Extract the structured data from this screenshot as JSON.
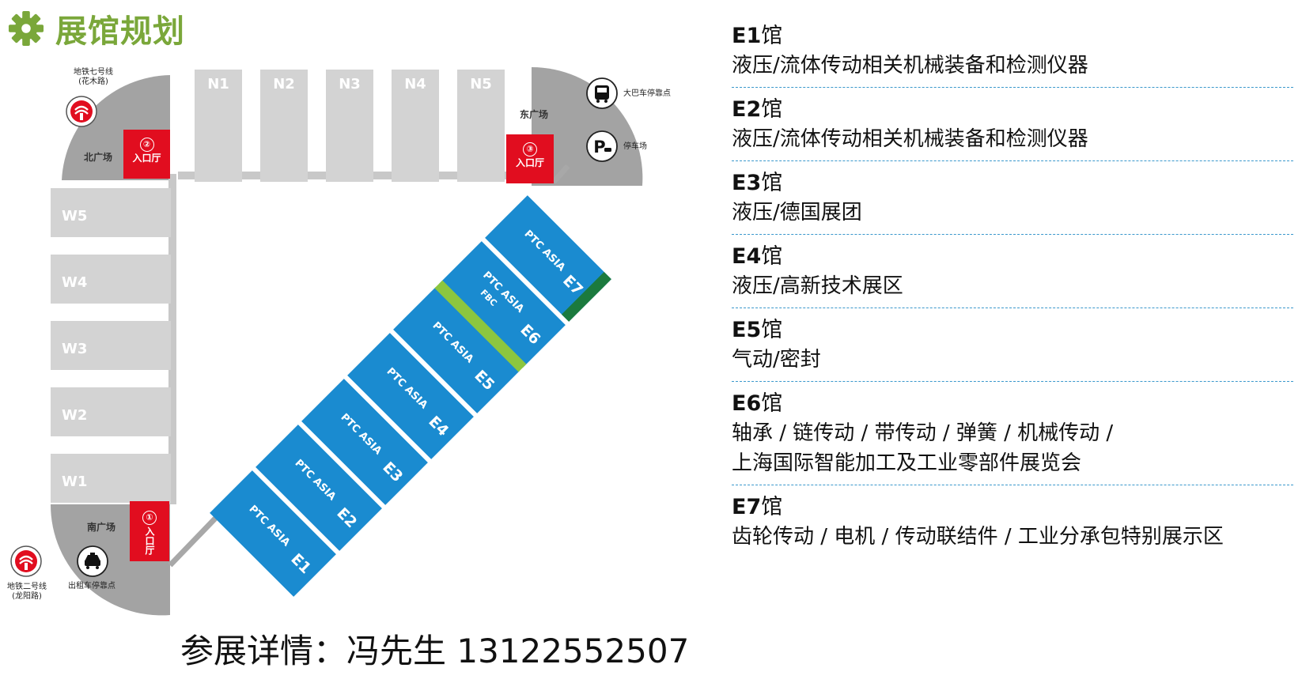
{
  "title": "展馆规划",
  "contact": "参展详情：冯先生 13122552507",
  "north_halls": [
    "N1",
    "N2",
    "N3",
    "N4",
    "N5"
  ],
  "west_halls": [
    "W5",
    "W4",
    "W3",
    "W2",
    "W1"
  ],
  "east_halls": [
    {
      "name": "E1",
      "label": "PTC ASIA"
    },
    {
      "name": "E2",
      "label": "PTC ASIA"
    },
    {
      "name": "E3",
      "label": "PTC ASIA"
    },
    {
      "name": "E4",
      "label": "PTC ASIA"
    },
    {
      "name": "E5",
      "label": "PTC ASIA"
    },
    {
      "name": "E6",
      "label": "PTC ASIA",
      "sub": "FBC"
    },
    {
      "name": "E7",
      "label": "PTC ASIA"
    }
  ],
  "plazas": {
    "north": "北广场",
    "east": "东广场",
    "south": "南广场"
  },
  "entrances": [
    {
      "num": "②",
      "label": "入口厅"
    },
    {
      "num": "③",
      "label": "入口厅"
    },
    {
      "num": "①",
      "label": "入口厅"
    }
  ],
  "transport": {
    "metro7": "地铁七号线",
    "metro7_sub": "(花木路)",
    "metro2": "地铁二号线",
    "metro2_sub": "(龙阳路)",
    "bus": "大巴车停靠点",
    "parking": "停车场",
    "taxi": "出租车停靠点"
  },
  "colors": {
    "accent": "#7aa73a",
    "blue": "#1a8bd0",
    "entrance": "#e10d1f",
    "grey_hall": "#d3d3d3",
    "plaza": "#a3a3a3",
    "fbc": "#8cc63f",
    "dark_green": "#1b7a3e"
  },
  "legend": [
    {
      "hall": "E1",
      "suffix": "馆",
      "desc": [
        "液压/流体传动相关机械装备和检测仪器"
      ]
    },
    {
      "hall": "E2",
      "suffix": "馆",
      "desc": [
        "液压/流体传动相关机械装备和检测仪器"
      ]
    },
    {
      "hall": "E3",
      "suffix": "馆",
      "desc": [
        "液压/德国展团"
      ]
    },
    {
      "hall": "E4",
      "suffix": "馆",
      "desc": [
        "液压/高新技术展区"
      ]
    },
    {
      "hall": "E5",
      "suffix": "馆",
      "desc": [
        "气动/密封"
      ]
    },
    {
      "hall": "E6",
      "suffix": "馆",
      "desc": [
        "轴承 / 链传动 / 带传动 / 弹簧 / 机械传动 /",
        "上海国际智能加工及工业零部件展览会"
      ]
    },
    {
      "hall": "E7",
      "suffix": "馆",
      "desc": [
        "齿轮传动 / 电机 / 传动联结件 / 工业分承包特别展示区"
      ]
    }
  ]
}
